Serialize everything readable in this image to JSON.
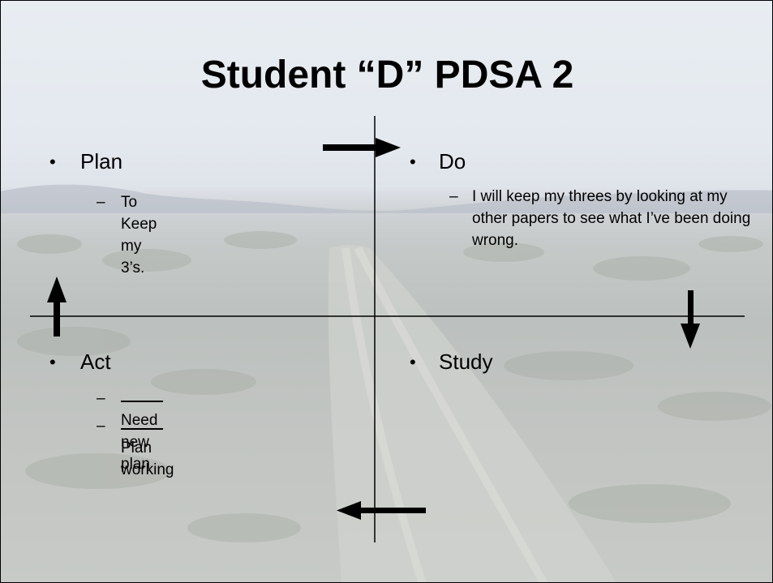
{
  "title": "Student “D” PDSA 2",
  "quadrants": {
    "plan": {
      "heading": "Plan",
      "items": [
        "To Keep my 3’s."
      ]
    },
    "do": {
      "heading": "Do",
      "items": [
        "I will keep my threes by looking at my other papers to see what I’ve been doing wrong."
      ]
    },
    "study": {
      "heading": "Study"
    },
    "act": {
      "heading": "Act",
      "items": [
        "Need new plan",
        "Plan working"
      ]
    }
  }
}
